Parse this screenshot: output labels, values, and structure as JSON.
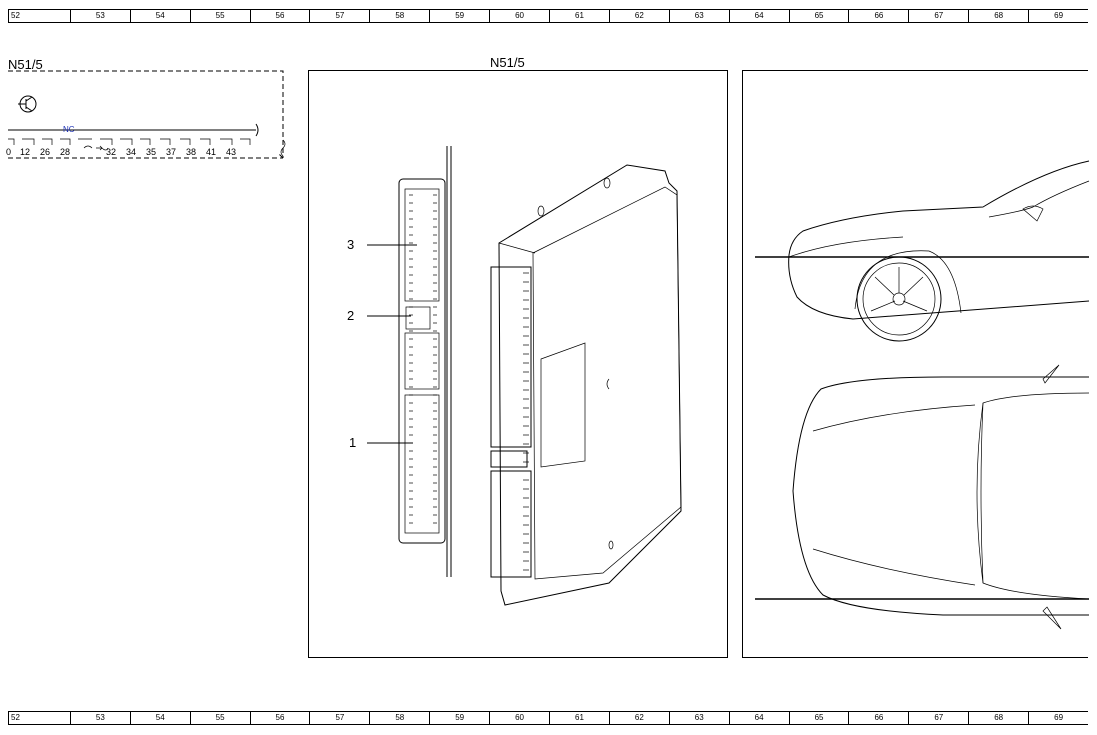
{
  "ruler": {
    "columns": [
      "52",
      "53",
      "54",
      "55",
      "56",
      "57",
      "58",
      "59",
      "60",
      "61",
      "62",
      "63",
      "64",
      "65",
      "66",
      "67",
      "68",
      "69"
    ]
  },
  "component_box": {
    "title": "N51/5",
    "signal_label": "NC",
    "pins": [
      "0",
      "12",
      "26",
      "28",
      "32",
      "34",
      "35",
      "37",
      "38",
      "41",
      "43"
    ]
  },
  "location_view": {
    "title": "N51/5",
    "callouts": [
      "3",
      "2",
      "1"
    ]
  }
}
